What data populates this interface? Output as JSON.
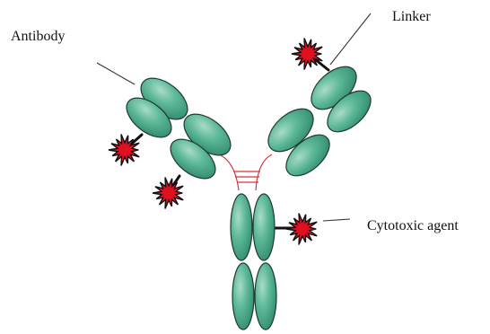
{
  "labels": {
    "antibody": "Antibody",
    "linker": "Linker",
    "cytotoxic_agent": "Cytotoxic agent"
  },
  "colors": {
    "domain_fill": "#4bab8c",
    "domain_highlight": "#a8dcc6",
    "domain_outline": "#1f3a30",
    "disulfide_bond": "#d8323a",
    "payload": "#e01020",
    "payload_outline": "#111111",
    "leader_line": "#333333"
  }
}
